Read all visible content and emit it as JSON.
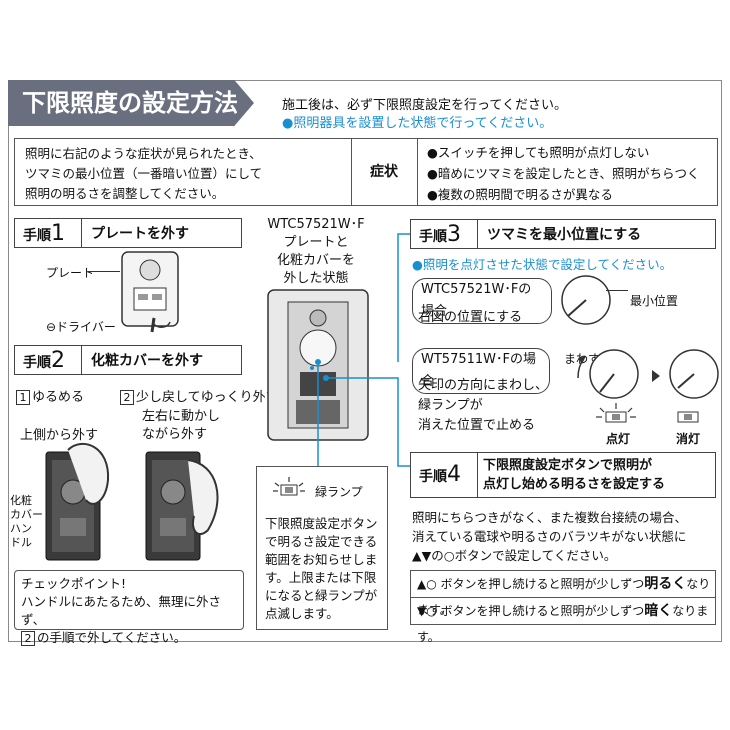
{
  "header": {
    "title": "下限照度の設定方法",
    "note1": "施工後は、必ず下限照度設定を行ってください。",
    "note2": "●照明器具を設置した状態で行ってください。"
  },
  "symptoms": {
    "intro": [
      "照明に右記のような症状が見られたとき、",
      "ツマミの最小位置（一番暗い位置）にして",
      "照明の明るさを調整してください。"
    ],
    "label": "症状",
    "items": [
      "●スイッチを押しても照明が点灯しない",
      "●暗めにツマミを設定したとき、照明がちらつく",
      "●複数の照明間で明るさが異なる"
    ]
  },
  "step1": {
    "key": "手順",
    "num": "1",
    "desc": "プレートを外す",
    "plate_label": "プレート",
    "driver_label": "⊖ドライバー"
  },
  "step2": {
    "key": "手順",
    "num": "2",
    "desc": "化粧カバーを外す",
    "sub1_num": "1",
    "sub1": "ゆるめる",
    "sub2_num": "2",
    "sub2": "少し戻してゆっくり外す",
    "left_caption": "上側から外す",
    "right_caption": [
      "左右に動かし",
      "ながら外す"
    ],
    "side_labels": [
      "化粧",
      "カバー",
      "ハン",
      "ドル"
    ]
  },
  "checkpoint": {
    "line1": "チェックポイント!",
    "line2": "ハンドルにあたるため、無理に外さず、",
    "line3_num": "2",
    "line3": "の手順で外してください。"
  },
  "center": {
    "model": "WTC57521W･F",
    "caption": [
      "プレートと",
      "化粧カバーを",
      "外した状態"
    ],
    "lamp_label": "緑ランプ",
    "note": [
      "下限照度設定ボタン",
      "で明るさ設定できる",
      "範囲をお知らせしま",
      "す。上限または下限",
      "になると緑ランプが",
      "点滅します。"
    ]
  },
  "step3": {
    "key": "手順",
    "num": "3",
    "desc": "ツマミを最小位置にする",
    "note": "●照明を点灯させた状態で設定してください。",
    "model_a": "WTC57521W･Fの場合",
    "model_a_text": "右図の位置にする",
    "min_label": "最小位置",
    "model_b": "WT57511W･Fの場合",
    "model_b_text": [
      "矢印の方向にまわし、",
      "緑ランプが",
      "消えた位置で止める"
    ],
    "turn_label": "まわす",
    "on_label": "点灯",
    "off_label": "消灯"
  },
  "step4": {
    "key": "手順",
    "num": "4",
    "desc": [
      "下限照度設定ボタンで照明が",
      "点灯し始める明るさを設定する"
    ],
    "body": [
      "照明にちらつきがなく、また複数台接続の場合、",
      "消えている電球や明るさのバラツキがない状態に",
      "▲▼の○ボタンで設定してください。"
    ],
    "up_pre": "▲○ ボタンを押し続けると照明が少しずつ",
    "up_em": "明るく",
    "up_post": "なります。",
    "down_pre": "▼○ ボタンを押し続けると照明が少しずつ",
    "down_em": "暗く",
    "down_post": "なります。"
  },
  "colors": {
    "accent": "#1a8fd0",
    "title_bg": "#6a6f7f"
  }
}
